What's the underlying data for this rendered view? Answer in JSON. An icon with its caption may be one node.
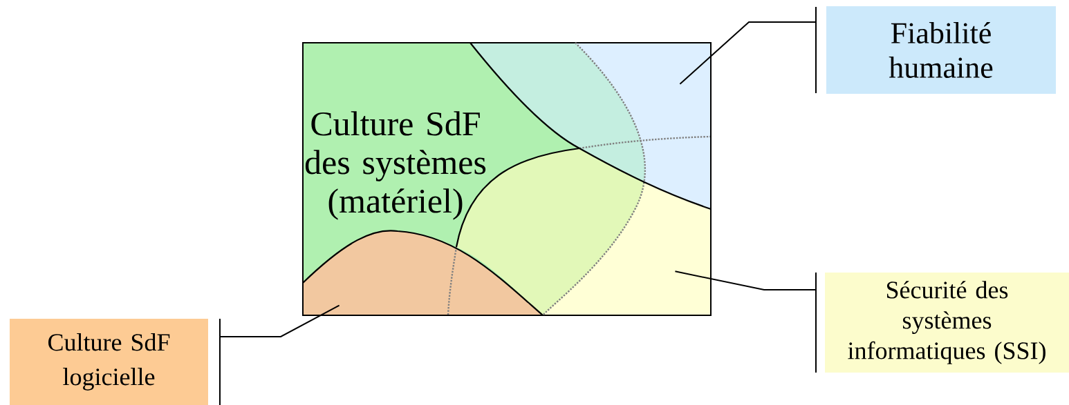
{
  "diagram": {
    "nodes": [
      {
        "text": [
          "Culture SdF des systèmes (matériel)"
        ]
      },
      {
        "text": [
          "Fiabilité humaine"
        ]
      },
      {
        "text": [
          "Sécurité des systèmes informatiques (SSI)"
        ]
      },
      {
        "text": [
          "Culture SdF logicielle"
        ]
      },
      {
        "text": [],
        "shape": "area",
        "in": 0
      },
      {
        "text": [],
        "shape": "area",
        "in": 0
      },
      {
        "text": [],
        "shape": "area",
        "in": 0
      }
    ],
    "edges": [
      {
        "from": 1,
        "to": 4,
        "arrow": "none"
      },
      {
        "from": 2,
        "to": 5,
        "arrow": "none"
      },
      {
        "from": 3,
        "to": 6,
        "arrow": "none"
      }
    ]
  }
}
